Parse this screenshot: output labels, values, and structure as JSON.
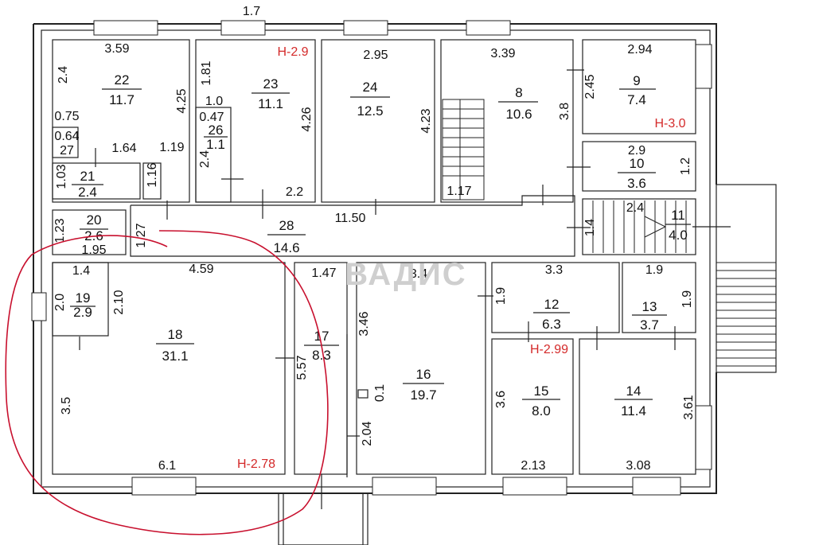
{
  "rooms": [
    {
      "id": "22",
      "number": "22",
      "area": "11.7"
    },
    {
      "id": "23",
      "number": "23",
      "area": "11.1"
    },
    {
      "id": "24",
      "number": "24",
      "area": "12.5"
    },
    {
      "id": "8",
      "number": "8",
      "area": "10.6"
    },
    {
      "id": "9",
      "number": "9",
      "area": "7.4"
    },
    {
      "id": "10",
      "number": "10",
      "area": "3.6"
    },
    {
      "id": "11",
      "number": "11",
      "area": "4.0"
    },
    {
      "id": "26",
      "number": "26",
      "area": "1.1"
    },
    {
      "id": "21",
      "number": "21",
      "area": "2.4"
    },
    {
      "id": "20",
      "number": "20",
      "area": "2.6"
    },
    {
      "id": "28",
      "number": "28",
      "area": "14.6"
    },
    {
      "id": "19",
      "number": "19",
      "area": "2.9"
    },
    {
      "id": "18",
      "number": "18",
      "area": "31.1"
    },
    {
      "id": "17",
      "number": "17",
      "area": "8.3"
    },
    {
      "id": "16",
      "number": "16",
      "area": "19.7"
    },
    {
      "id": "12",
      "number": "12",
      "area": "6.3"
    },
    {
      "id": "13",
      "number": "13",
      "area": "3.7"
    },
    {
      "id": "15",
      "number": "15",
      "area": "8.0"
    },
    {
      "id": "14",
      "number": "14",
      "area": "11.4"
    }
  ],
  "dimensions": {
    "d_top": "1.7",
    "d_359": "3.59",
    "d_24a": "2.4",
    "d_425": "4.25",
    "d_181": "1.81",
    "d_426": "4.26",
    "d_10": "1.0",
    "d_047": "0.47",
    "d_075": "0.75",
    "d_064": "0.64",
    "d_27": "27",
    "d_164": "1.64",
    "d_119": "1.19",
    "d_24b": "2.4",
    "d_116": "1.16",
    "d_103": "1.03",
    "d_22": "2.2",
    "d_295": "2.95",
    "d_423": "4.23",
    "d_339": "3.39",
    "d_38": "3.8",
    "d_117": "1.17",
    "d_245": "2.45",
    "d_294": "2.94",
    "d_29": "2.9",
    "d_12": "1.2",
    "d_24c": "2.4",
    "d_14": "1.4",
    "d_123": "1.23",
    "d_127": "1.27",
    "d_195": "1.95",
    "d_1150": "11.50",
    "d_14b": "1.4",
    "d_459": "4.59",
    "d_20": "2.0",
    "d_210": "2.10",
    "d_35": "3.5",
    "d_61": "6.1",
    "d_147": "1.47",
    "d_557": "5.57",
    "d_34": "3.4",
    "d_346": "3.46",
    "d_01": "0.1",
    "d_204": "2.04",
    "d_19a": "1.9",
    "d_33": "3.3",
    "d_19b": "1.9",
    "d_19c": "1.9",
    "d_36": "3.6",
    "d_213": "2.13",
    "d_308": "3.08",
    "d_361": "3.61"
  },
  "heights": {
    "h1": "Н-2.9",
    "h2": "Н-3.0",
    "h3": "Н-2.99",
    "h4": "Н-2.78"
  },
  "watermark": "ВАДИС",
  "colors": {
    "height_label": "#d42a2a",
    "annotation": "#c8102e",
    "wall": "#222222"
  }
}
